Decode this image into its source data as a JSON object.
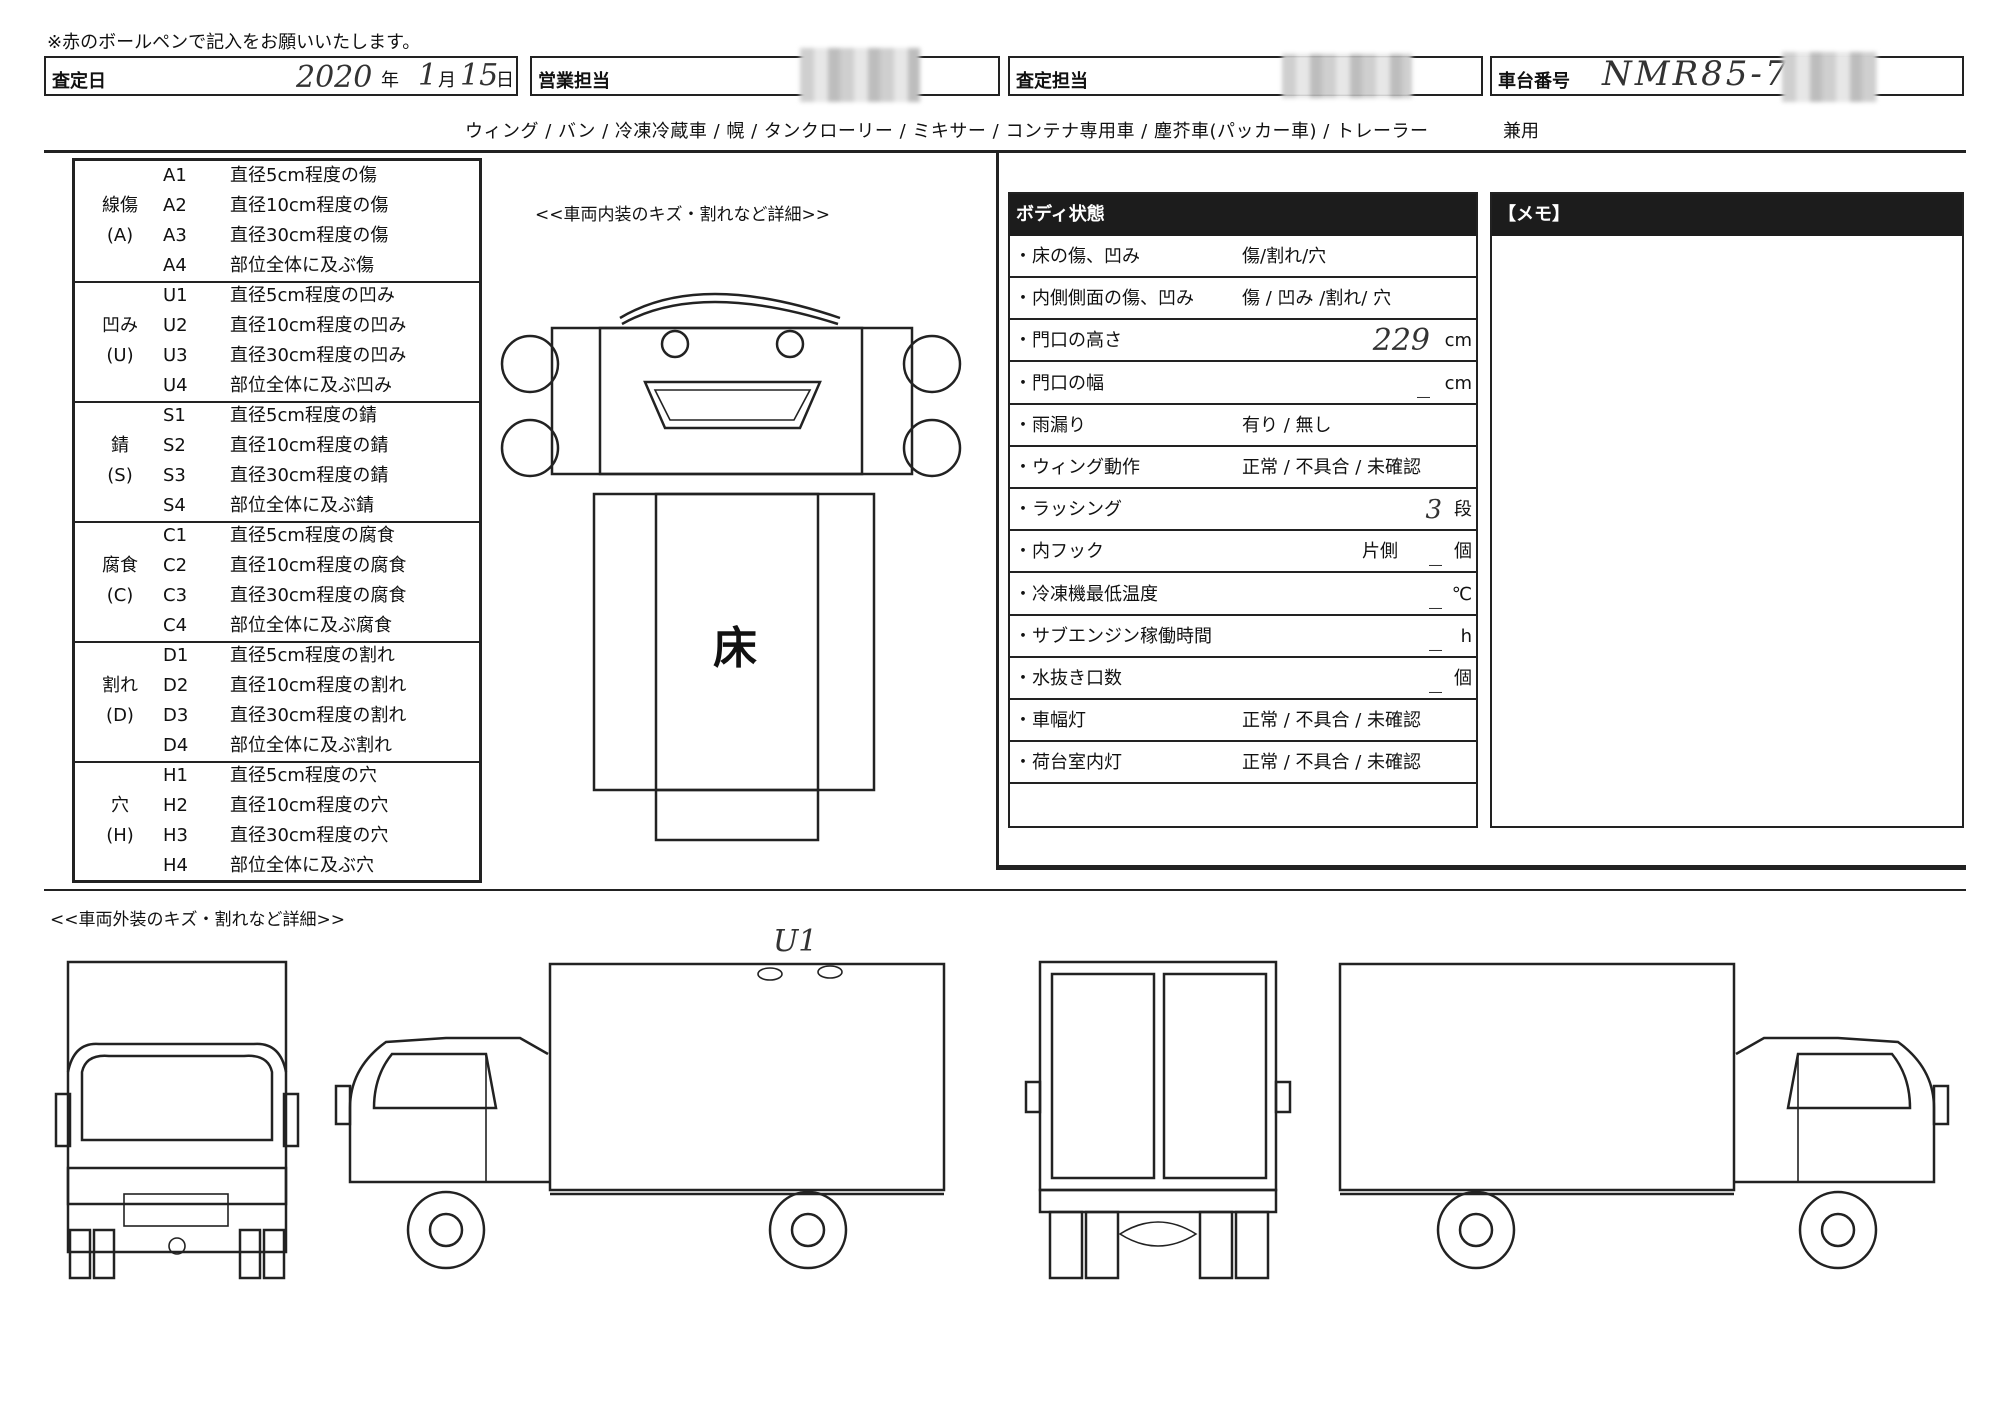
{
  "header": {
    "note": "※赤のボールペンで記入をお願いいたします。",
    "assess_date_label": "査定日",
    "date_year_value": "2020",
    "date_year_unit": "年",
    "date_month_value": "1",
    "date_month_unit": "月",
    "date_day_value": "15",
    "date_day_unit": "日",
    "sales_label": "営業担当",
    "assessor_label": "査定担当",
    "chassis_label": "車台番号",
    "chassis_value": "NMR85-702"
  },
  "body_types": {
    "list": "ウィング / バン / 冷凍冷蔵車 / 幌 / タンクローリー / ミキサー / コンテナ専用車 / 塵芥車(パッカー車) / トレーラー",
    "suffix": "兼用"
  },
  "legend": [
    {
      "name": "線傷",
      "code": "(A)",
      "items": [
        {
          "code": "A1",
          "desc": "直径5cm程度の傷"
        },
        {
          "code": "A2",
          "desc": "直径10cm程度の傷"
        },
        {
          "code": "A3",
          "desc": "直径30cm程度の傷"
        },
        {
          "code": "A4",
          "desc": "部位全体に及ぶ傷"
        }
      ]
    },
    {
      "name": "凹み",
      "code": "(U)",
      "items": [
        {
          "code": "U1",
          "desc": "直径5cm程度の凹み"
        },
        {
          "code": "U2",
          "desc": "直径10cm程度の凹み"
        },
        {
          "code": "U3",
          "desc": "直径30cm程度の凹み"
        },
        {
          "code": "U4",
          "desc": "部位全体に及ぶ凹み"
        }
      ]
    },
    {
      "name": "錆",
      "code": "(S)",
      "items": [
        {
          "code": "S1",
          "desc": "直径5cm程度の錆"
        },
        {
          "code": "S2",
          "desc": "直径10cm程度の錆"
        },
        {
          "code": "S3",
          "desc": "直径30cm程度の錆"
        },
        {
          "code": "S4",
          "desc": "部位全体に及ぶ錆"
        }
      ]
    },
    {
      "name": "腐食",
      "code": "(C)",
      "items": [
        {
          "code": "C1",
          "desc": "直径5cm程度の腐食"
        },
        {
          "code": "C2",
          "desc": "直径10cm程度の腐食"
        },
        {
          "code": "C3",
          "desc": "直径30cm程度の腐食"
        },
        {
          "code": "C4",
          "desc": "部位全体に及ぶ腐食"
        }
      ]
    },
    {
      "name": "割れ",
      "code": "(D)",
      "items": [
        {
          "code": "D1",
          "desc": "直径5cm程度の割れ"
        },
        {
          "code": "D2",
          "desc": "直径10cm程度の割れ"
        },
        {
          "code": "D3",
          "desc": "直径30cm程度の割れ"
        },
        {
          "code": "D4",
          "desc": "部位全体に及ぶ割れ"
        }
      ]
    },
    {
      "name": "穴",
      "code": "(H)",
      "items": [
        {
          "code": "H1",
          "desc": "直径5cm程度の穴"
        },
        {
          "code": "H2",
          "desc": "直径10cm程度の穴"
        },
        {
          "code": "H3",
          "desc": "直径30cm程度の穴"
        },
        {
          "code": "H4",
          "desc": "部位全体に及ぶ穴"
        }
      ]
    }
  ],
  "interior": {
    "title": "<<車両内装のキズ・割れなど詳細>>",
    "floor_label": "床"
  },
  "body_condition": {
    "title": "ボディ状態",
    "rows": [
      {
        "label": "・床の傷、凹み",
        "options": "傷/割れ/穴",
        "value": "",
        "unit": ""
      },
      {
        "label": "・内側側面の傷、凹み",
        "options": "傷 / 凹み /割れ/ 穴",
        "value": "",
        "unit": ""
      },
      {
        "label": "・門口の高さ",
        "options": "",
        "value": "229",
        "unit": "cm"
      },
      {
        "label": "・門口の幅",
        "options": "",
        "value": "_",
        "unit": "cm"
      },
      {
        "label": "・雨漏り",
        "options": "有り / 無し",
        "value": "",
        "unit": ""
      },
      {
        "label": "・ウィング動作",
        "options": "正常 / 不具合 / 未確認",
        "value": "",
        "unit": ""
      },
      {
        "label": "・ラッシング",
        "options": "",
        "value": "3",
        "unit": "段"
      },
      {
        "label": "・内フック",
        "options": "",
        "prefix": "片側",
        "value": "_",
        "unit": "個"
      },
      {
        "label": "・冷凍機最低温度",
        "options": "",
        "value": "_",
        "unit": "℃"
      },
      {
        "label": "・サブエンジン稼働時間",
        "options": "",
        "value": "_",
        "unit": "h"
      },
      {
        "label": "・水抜き口数",
        "options": "",
        "value": "_",
        "unit": "個"
      },
      {
        "label": "・車幅灯",
        "options": "正常 / 不具合 / 未確認",
        "value": "",
        "unit": ""
      },
      {
        "label": "・荷台室内灯",
        "options": "正常 / 不具合 / 未確認",
        "value": "",
        "unit": ""
      }
    ]
  },
  "memo": {
    "title": "【メモ】"
  },
  "exterior": {
    "title": "<<車両外装のキズ・割れなど詳細>>",
    "annotation": "U1"
  }
}
